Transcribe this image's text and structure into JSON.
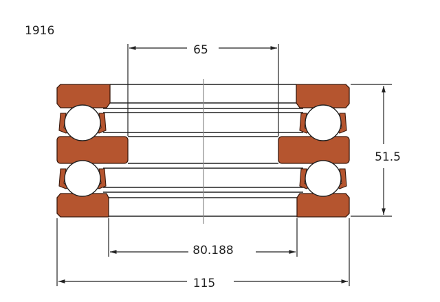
{
  "model": "1916",
  "dimensions": {
    "inner_diameter": "65",
    "height": "51.5",
    "pitch_diameter": "80.188",
    "outer_diameter": "115"
  },
  "colors": {
    "washer": "#b5552f",
    "line": "#222222",
    "centerline": "#888888"
  }
}
